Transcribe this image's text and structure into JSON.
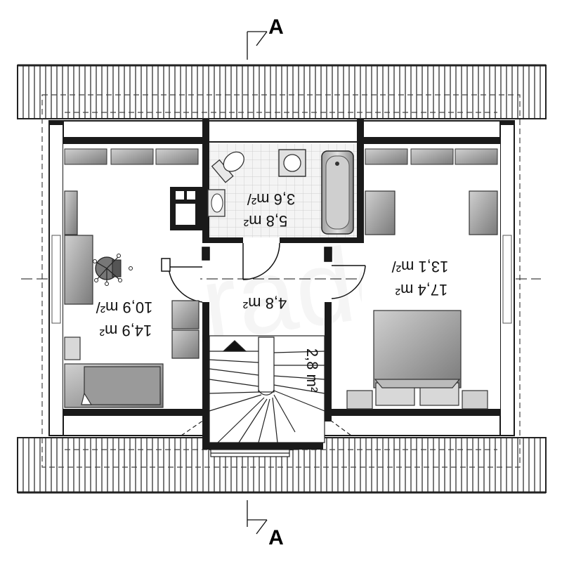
{
  "section_markers": {
    "top": "A",
    "bottom": "A"
  },
  "watermark": "extradom",
  "rooms": {
    "bathroom": {
      "usable_area": "3,6 m²/",
      "total_area": "5,8 m²"
    },
    "hall": {
      "area": "4,8 m²"
    },
    "stairs": {
      "area": "2,8 m²"
    },
    "left_room": {
      "usable_area": "10,9 m²/",
      "total_area": "14,9 m²"
    },
    "right_room": {
      "usable_area": "13,1 m²/",
      "total_area": "17,4 m²"
    }
  },
  "colors": {
    "wall": "#1a1a1a",
    "furniture": "#8a8a8a",
    "furniture_light": "#c4c4c4",
    "roof_hatch": "#333333"
  }
}
